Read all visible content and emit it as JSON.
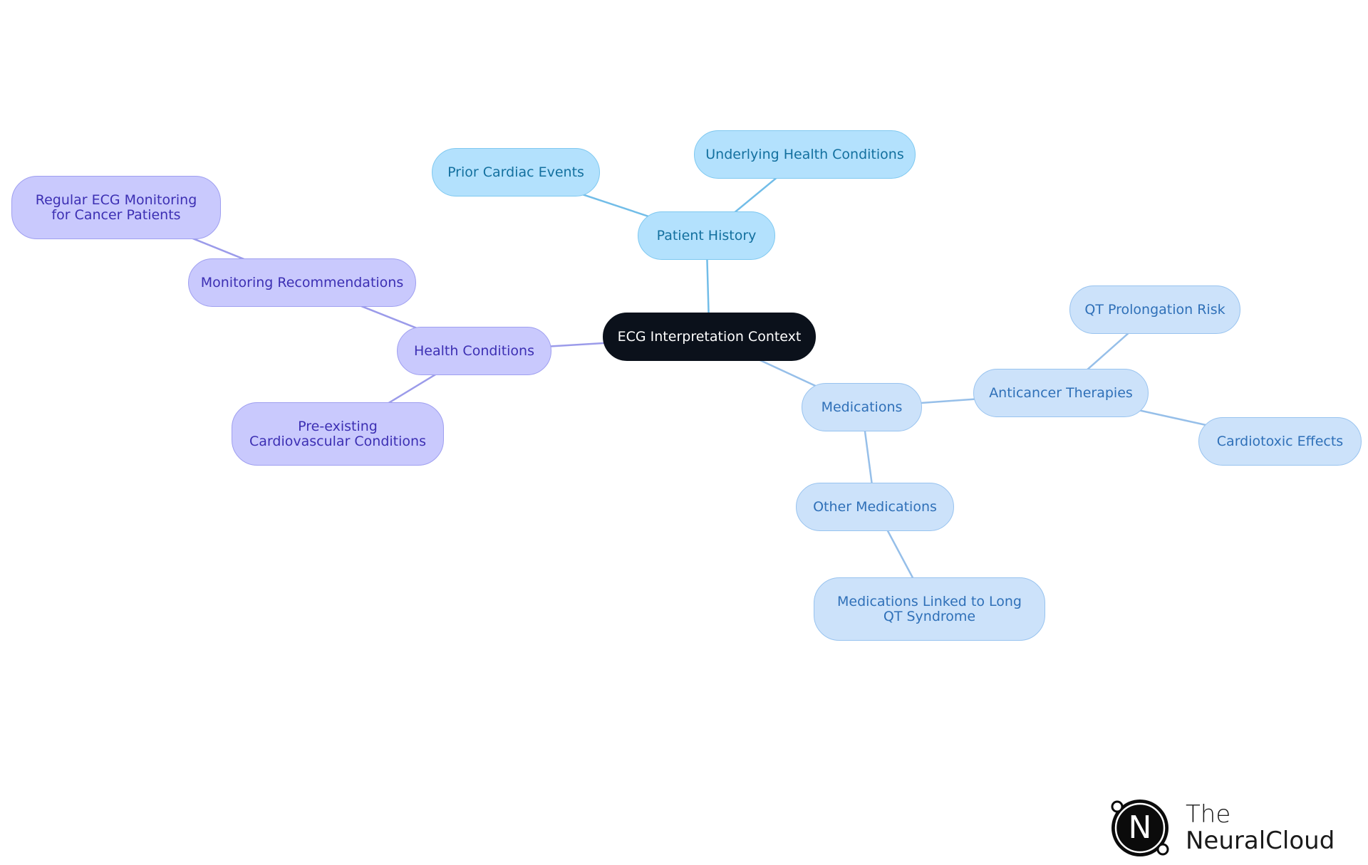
{
  "diagram": {
    "nodes": [
      {
        "id": "root",
        "label": "ECG Interpretation Context",
        "style": "root"
      },
      {
        "id": "health",
        "label": "Health Conditions",
        "style": "purple"
      },
      {
        "id": "monitoring",
        "label": "Monitoring Recommendations",
        "style": "purple"
      },
      {
        "id": "regular_ecg",
        "label": "Regular ECG Monitoring for Cancer Patients",
        "style": "purple"
      },
      {
        "id": "preexisting",
        "label": "Pre-existing Cardiovascular Conditions",
        "style": "purple"
      },
      {
        "id": "patient_history",
        "label": "Patient History",
        "style": "cyan"
      },
      {
        "id": "prior_cardiac",
        "label": "Prior Cardiac Events",
        "style": "cyan"
      },
      {
        "id": "underlying",
        "label": "Underlying Health Conditions",
        "style": "cyan"
      },
      {
        "id": "medications",
        "label": "Medications",
        "style": "blue"
      },
      {
        "id": "anticancer",
        "label": "Anticancer Therapies",
        "style": "blue"
      },
      {
        "id": "qt_risk",
        "label": "QT Prolongation Risk",
        "style": "blue"
      },
      {
        "id": "cardiotoxic",
        "label": "Cardiotoxic Effects",
        "style": "blue"
      },
      {
        "id": "other_meds",
        "label": "Other Medications",
        "style": "blue"
      },
      {
        "id": "long_qt_meds",
        "label": "Medications Linked to Long QT Syndrome",
        "style": "blue"
      }
    ],
    "edges": [
      {
        "from": "root",
        "to": "health",
        "style": "purple"
      },
      {
        "from": "health",
        "to": "monitoring",
        "style": "purple"
      },
      {
        "from": "monitoring",
        "to": "regular_ecg",
        "style": "purple"
      },
      {
        "from": "health",
        "to": "preexisting",
        "style": "purple"
      },
      {
        "from": "root",
        "to": "patient_history",
        "style": "cyan"
      },
      {
        "from": "patient_history",
        "to": "prior_cardiac",
        "style": "cyan"
      },
      {
        "from": "patient_history",
        "to": "underlying",
        "style": "cyan"
      },
      {
        "from": "root",
        "to": "medications",
        "style": "blue"
      },
      {
        "from": "medications",
        "to": "anticancer",
        "style": "blue"
      },
      {
        "from": "anticancer",
        "to": "qt_risk",
        "style": "blue"
      },
      {
        "from": "anticancer",
        "to": "cardiotoxic",
        "style": "blue"
      },
      {
        "from": "medications",
        "to": "other_meds",
        "style": "blue"
      },
      {
        "from": "other_meds",
        "to": "long_qt_meds",
        "style": "blue"
      }
    ]
  },
  "logo": {
    "line1": "The",
    "line2": "NeuralCloud",
    "mark_letter": "N"
  }
}
